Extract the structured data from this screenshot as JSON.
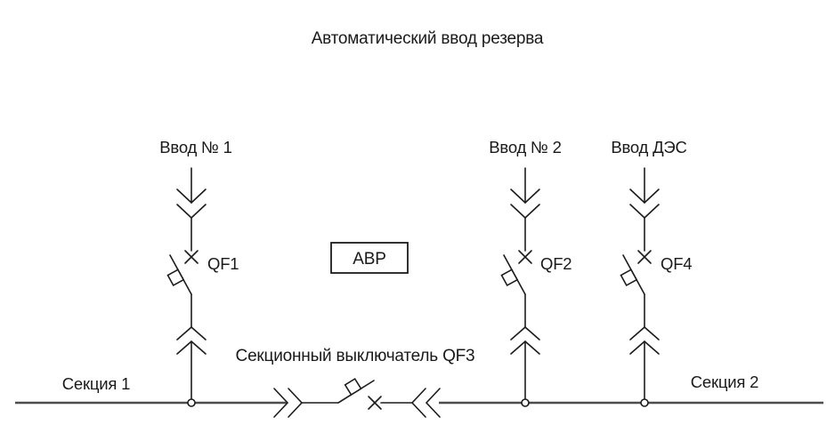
{
  "title": "Автоматический ввод резерва",
  "diagram": {
    "inputs": [
      {
        "label": "Ввод № 1",
        "breaker": "QF1"
      },
      {
        "label": "Ввод № 2",
        "breaker": "QF2"
      },
      {
        "label": "Ввод ДЭС",
        "breaker": "QF4"
      }
    ],
    "avr_label": "АВР",
    "section_switch_label": "Секционный выключатель QF3",
    "sections": [
      {
        "label": "Секция 1"
      },
      {
        "label": "Секция 2"
      }
    ],
    "colors": {
      "line": "#1c1c1c",
      "bus": "#4d4d4d",
      "background": "#ffffff"
    }
  }
}
